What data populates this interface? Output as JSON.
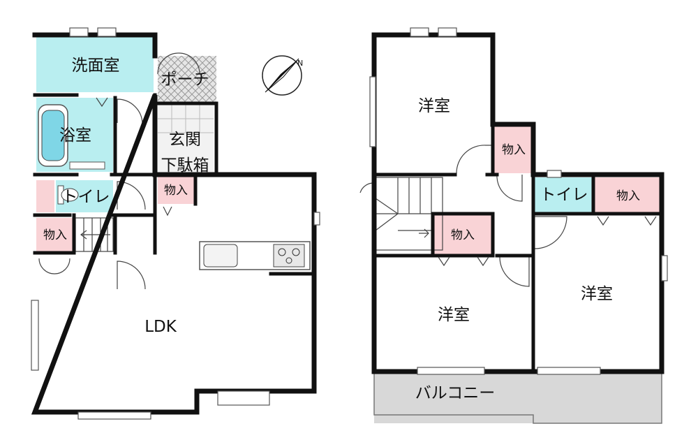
{
  "floor1": {
    "rooms": {
      "wash": "洗面室",
      "bath": "浴室",
      "porch": "ポーチ",
      "entrance": "玄関",
      "shoe": "下駄箱",
      "storage_entrance": "物入",
      "toilet": "トイレ",
      "storage_stair": "物入",
      "ldk": "LDK"
    }
  },
  "floor2": {
    "rooms": {
      "western_top": "洋室",
      "storage_top": "物入",
      "toilet": "トイレ",
      "storage_right": "物入",
      "storage_center": "物入",
      "western_bottom_left": "洋室",
      "western_bottom_right": "洋室",
      "balcony": "バルコニー"
    }
  },
  "compass": {
    "label": "N"
  },
  "colors": {
    "wet_room": "#b9eef0",
    "storage": "#f9d3d6",
    "balcony": "#d8d8d8",
    "porch": "#e6e6e6",
    "wall": "#111111"
  }
}
